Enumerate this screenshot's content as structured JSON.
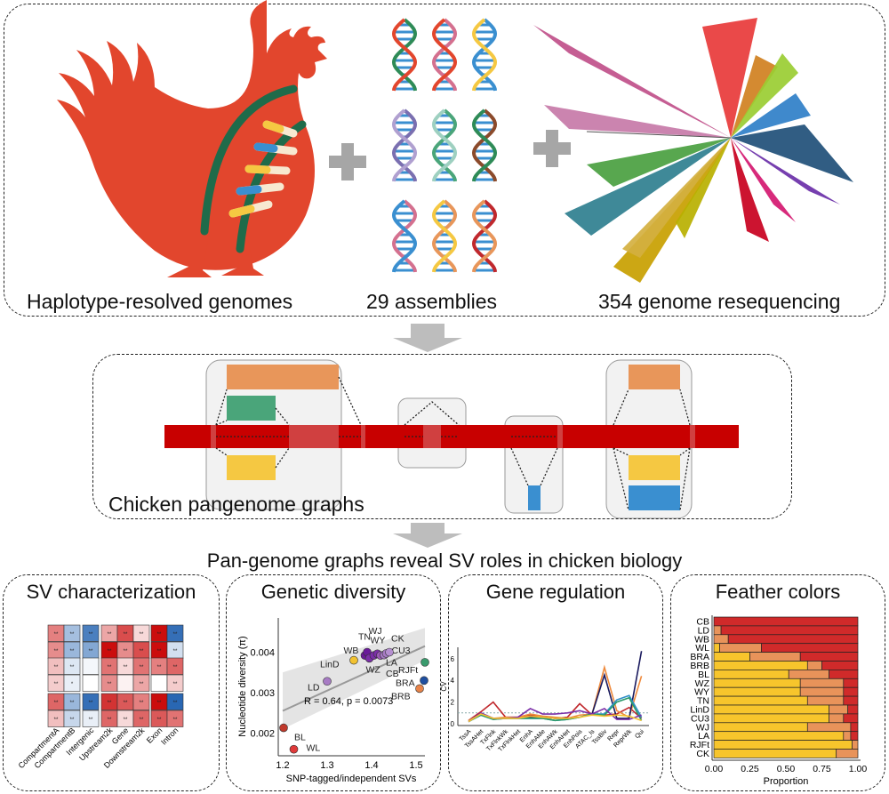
{
  "top": {
    "labels": [
      "Haplotype-resolved genomes",
      "29 assemblies",
      "354 genome resequencing"
    ]
  },
  "middle": {
    "label": "Chicken pangenome graphs"
  },
  "headline": "Pan-genome graphs reveal SV roles in chicken biology",
  "panels": {
    "sv": "SV characterization",
    "diversity": "Genetic diversity",
    "regulation": "Gene regulation",
    "feather": "Feather colors"
  },
  "colors": {
    "rooster": "#e2462d",
    "backbone": "#c80000",
    "orange": "#e8965a",
    "green": "#4aa57a",
    "yellow": "#f5c842",
    "blue": "#3a8fd0"
  },
  "chart_data": [
    {
      "type": "heatmap",
      "title": "SV characterization",
      "columns": [
        "CompartmentA",
        "CompartmentB",
        "Intergenic",
        "Upstream2k",
        "Gene",
        "Downstream2k",
        "Exon",
        "Intron"
      ],
      "values": [
        [
          0.5,
          -0.4,
          -0.8,
          0.35,
          0.7,
          0.15,
          0.95,
          -0.9
        ],
        [
          0.45,
          -0.45,
          -0.55,
          0.95,
          0.45,
          0.7,
          0.95,
          -0.2
        ],
        [
          0.25,
          -0.15,
          -0.05,
          0.55,
          0.15,
          0.55,
          0.5,
          0.6
        ],
        [
          0.2,
          -0.1,
          0.0,
          0.45,
          0.05,
          0.35,
          0.0,
          0.2
        ],
        [
          0.6,
          -0.45,
          -0.9,
          0.8,
          0.65,
          0.5,
          0.95,
          -0.95
        ],
        [
          0.25,
          -0.25,
          -0.1,
          0.6,
          0.15,
          0.6,
          0.65,
          0.55
        ]
      ],
      "significance": [
        [
          "**",
          "**",
          "**",
          "**",
          "**",
          "**",
          "**",
          "**"
        ],
        [
          "**",
          "**",
          "**",
          "**",
          "**",
          "**",
          "**",
          "**"
        ],
        [
          "**",
          "**",
          "",
          "**",
          "**",
          "**",
          "**",
          "**"
        ],
        [
          "**",
          "*",
          "",
          "**",
          "",
          "**",
          "",
          "**"
        ],
        [
          "**",
          "**",
          "**",
          "**",
          "**",
          "**",
          "**",
          "**"
        ],
        [
          "**",
          "**",
          "**",
          "**",
          "**",
          "**",
          "**",
          "**"
        ]
      ]
    },
    {
      "type": "scatter",
      "title": "Genetic diversity",
      "xlabel": "SNP-tagged/independent SVs",
      "ylabel": "Nucleotide diversity (π)",
      "xlim": [
        1.19,
        1.53
      ],
      "ylim": [
        0.0015,
        0.0047
      ],
      "xticks": [
        "1.2",
        "1.3",
        "1.4",
        "1.5"
      ],
      "yticks": [
        "0.002",
        "0.003",
        "0.004"
      ],
      "annotation": "R = 0.64, p = 0.0073",
      "fit": {
        "x": [
          1.2,
          1.52
        ],
        "y": [
          0.00255,
          0.00415
        ]
      },
      "points": [
        {
          "label": "BL",
          "x": 1.202,
          "y": 0.00213,
          "color": "#c0392b"
        },
        {
          "label": "WL",
          "x": 1.225,
          "y": 0.0016,
          "color": "#e03a3a"
        },
        {
          "label": "LD",
          "x": 1.3,
          "y": 0.00328,
          "color": "#a77bc4"
        },
        {
          "label": "LinD",
          "x": 1.36,
          "y": 0.0038,
          "color": "#f2c230"
        },
        {
          "label": "WB",
          "x": 1.385,
          "y": 0.00392,
          "color": "#6a1b9a"
        },
        {
          "label": "TN",
          "x": 1.39,
          "y": 0.004,
          "color": "#6a1b9a"
        },
        {
          "label": "WZ",
          "x": 1.395,
          "y": 0.00385,
          "color": "#7b2fa8"
        },
        {
          "label": "WJ",
          "x": 1.405,
          "y": 0.00392,
          "color": "#7b2fa8"
        },
        {
          "label": "WY",
          "x": 1.413,
          "y": 0.00396,
          "color": "#7b2fa8"
        },
        {
          "label": "CB",
          "x": 1.42,
          "y": 0.00392,
          "color": "#9b59b6"
        },
        {
          "label": "LA",
          "x": 1.428,
          "y": 0.00393,
          "color": "#a77bc4"
        },
        {
          "label": "CU3",
          "x": 1.433,
          "y": 0.00397,
          "color": "#a77bc4"
        },
        {
          "label": "CK",
          "x": 1.44,
          "y": 0.004,
          "color": "#b58fd0"
        },
        {
          "label": "RJFt",
          "x": 1.52,
          "y": 0.00375,
          "color": "#3a9b6e"
        },
        {
          "label": "BRA",
          "x": 1.518,
          "y": 0.0033,
          "color": "#1f4fa0"
        },
        {
          "label": "BRB",
          "x": 1.508,
          "y": 0.0031,
          "color": "#e8844a"
        }
      ]
    },
    {
      "type": "line",
      "title": "Gene regulation",
      "ylabel": "CV",
      "ylim": [
        0,
        7
      ],
      "yticks": [
        "0",
        "2",
        "4",
        "6"
      ],
      "reference": 1,
      "categories": [
        "TssA",
        "TssAHet",
        "TxFlnk",
        "TxFlnkWk",
        "TxFlnkHet",
        "EnhA",
        "EnhAMe",
        "EnhAWk",
        "EnhAHet",
        "EnhPois",
        "ATAC_Is",
        "TssBiv",
        "Repr",
        "ReprWk",
        "Qui"
      ],
      "series": [
        {
          "color": "#c0282d",
          "values": [
            0.3,
            1.1,
            2.0,
            0.6,
            0.6,
            0.8,
            0.6,
            0.5,
            0.6,
            1.85,
            0.8,
            0.8,
            0.9,
            1.5,
            0.5
          ]
        },
        {
          "color": "#ef8a3c",
          "values": [
            0.3,
            0.9,
            0.5,
            0.6,
            0.6,
            0.9,
            0.7,
            0.6,
            0.5,
            0.8,
            0.9,
            5.2,
            1.2,
            0.6,
            4.4
          ]
        },
        {
          "color": "#1a1a5e",
          "values": [
            0.2,
            0.9,
            0.5,
            0.5,
            0.5,
            0.6,
            0.6,
            0.5,
            0.5,
            0.6,
            0.9,
            4.5,
            0.5,
            0.5,
            6.7
          ]
        },
        {
          "color": "#2f8fc8",
          "values": [
            0.2,
            0.8,
            0.4,
            0.5,
            0.5,
            0.5,
            0.5,
            0.3,
            0.4,
            0.6,
            0.9,
            0.9,
            2.2,
            2.6,
            0.6
          ]
        },
        {
          "color": "#2a9a6a",
          "values": [
            0.2,
            0.8,
            0.4,
            0.5,
            0.5,
            0.5,
            0.5,
            0.3,
            0.4,
            0.6,
            0.9,
            0.8,
            2.0,
            2.4,
            0.3
          ]
        },
        {
          "color": "#7b2fa8",
          "values": [
            0.2,
            1.0,
            0.5,
            0.5,
            0.6,
            1.4,
            0.9,
            0.9,
            1.0,
            1.2,
            0.9,
            1.4,
            0.4,
            0.4,
            0.8
          ]
        },
        {
          "color": "#f2c230",
          "values": [
            0.2,
            0.9,
            0.5,
            0.5,
            0.5,
            0.7,
            0.6,
            0.5,
            0.5,
            0.6,
            0.8,
            0.7,
            0.8,
            0.7,
            0.3
          ]
        }
      ]
    },
    {
      "type": "bar",
      "title": "Feather colors",
      "orientation": "horizontal-stacked",
      "xlabel": "Proportion",
      "xticks": [
        "0.00",
        "0.25",
        "0.50",
        "0.75",
        "1.00"
      ],
      "categories": [
        "CB",
        "LD",
        "WB",
        "WL",
        "BRA",
        "BRB",
        "BL",
        "WZ",
        "WY",
        "TN",
        "LinD",
        "CU3",
        "WJ",
        "LA",
        "RJFt",
        "CK"
      ],
      "series": [
        {
          "color": "#f7c52c",
          "values": [
            0,
            0,
            0,
            0.04,
            0.25,
            0.65,
            0.52,
            0.6,
            0.6,
            0.65,
            0.8,
            0.8,
            0.65,
            0.9,
            0.96,
            0.85
          ]
        },
        {
          "color": "#e8935a",
          "values": [
            0,
            0.05,
            0.1,
            0.29,
            0.35,
            0.1,
            0.28,
            0.3,
            0.3,
            0.25,
            0.13,
            0.1,
            0.3,
            0.05,
            0.04,
            0.15
          ]
        },
        {
          "color": "#d02a2a",
          "values": [
            1,
            0.95,
            0.9,
            0.67,
            0.4,
            0.25,
            0.2,
            0.1,
            0.1,
            0.1,
            0.07,
            0.1,
            0.05,
            0.05,
            0,
            0
          ]
        }
      ]
    }
  ]
}
